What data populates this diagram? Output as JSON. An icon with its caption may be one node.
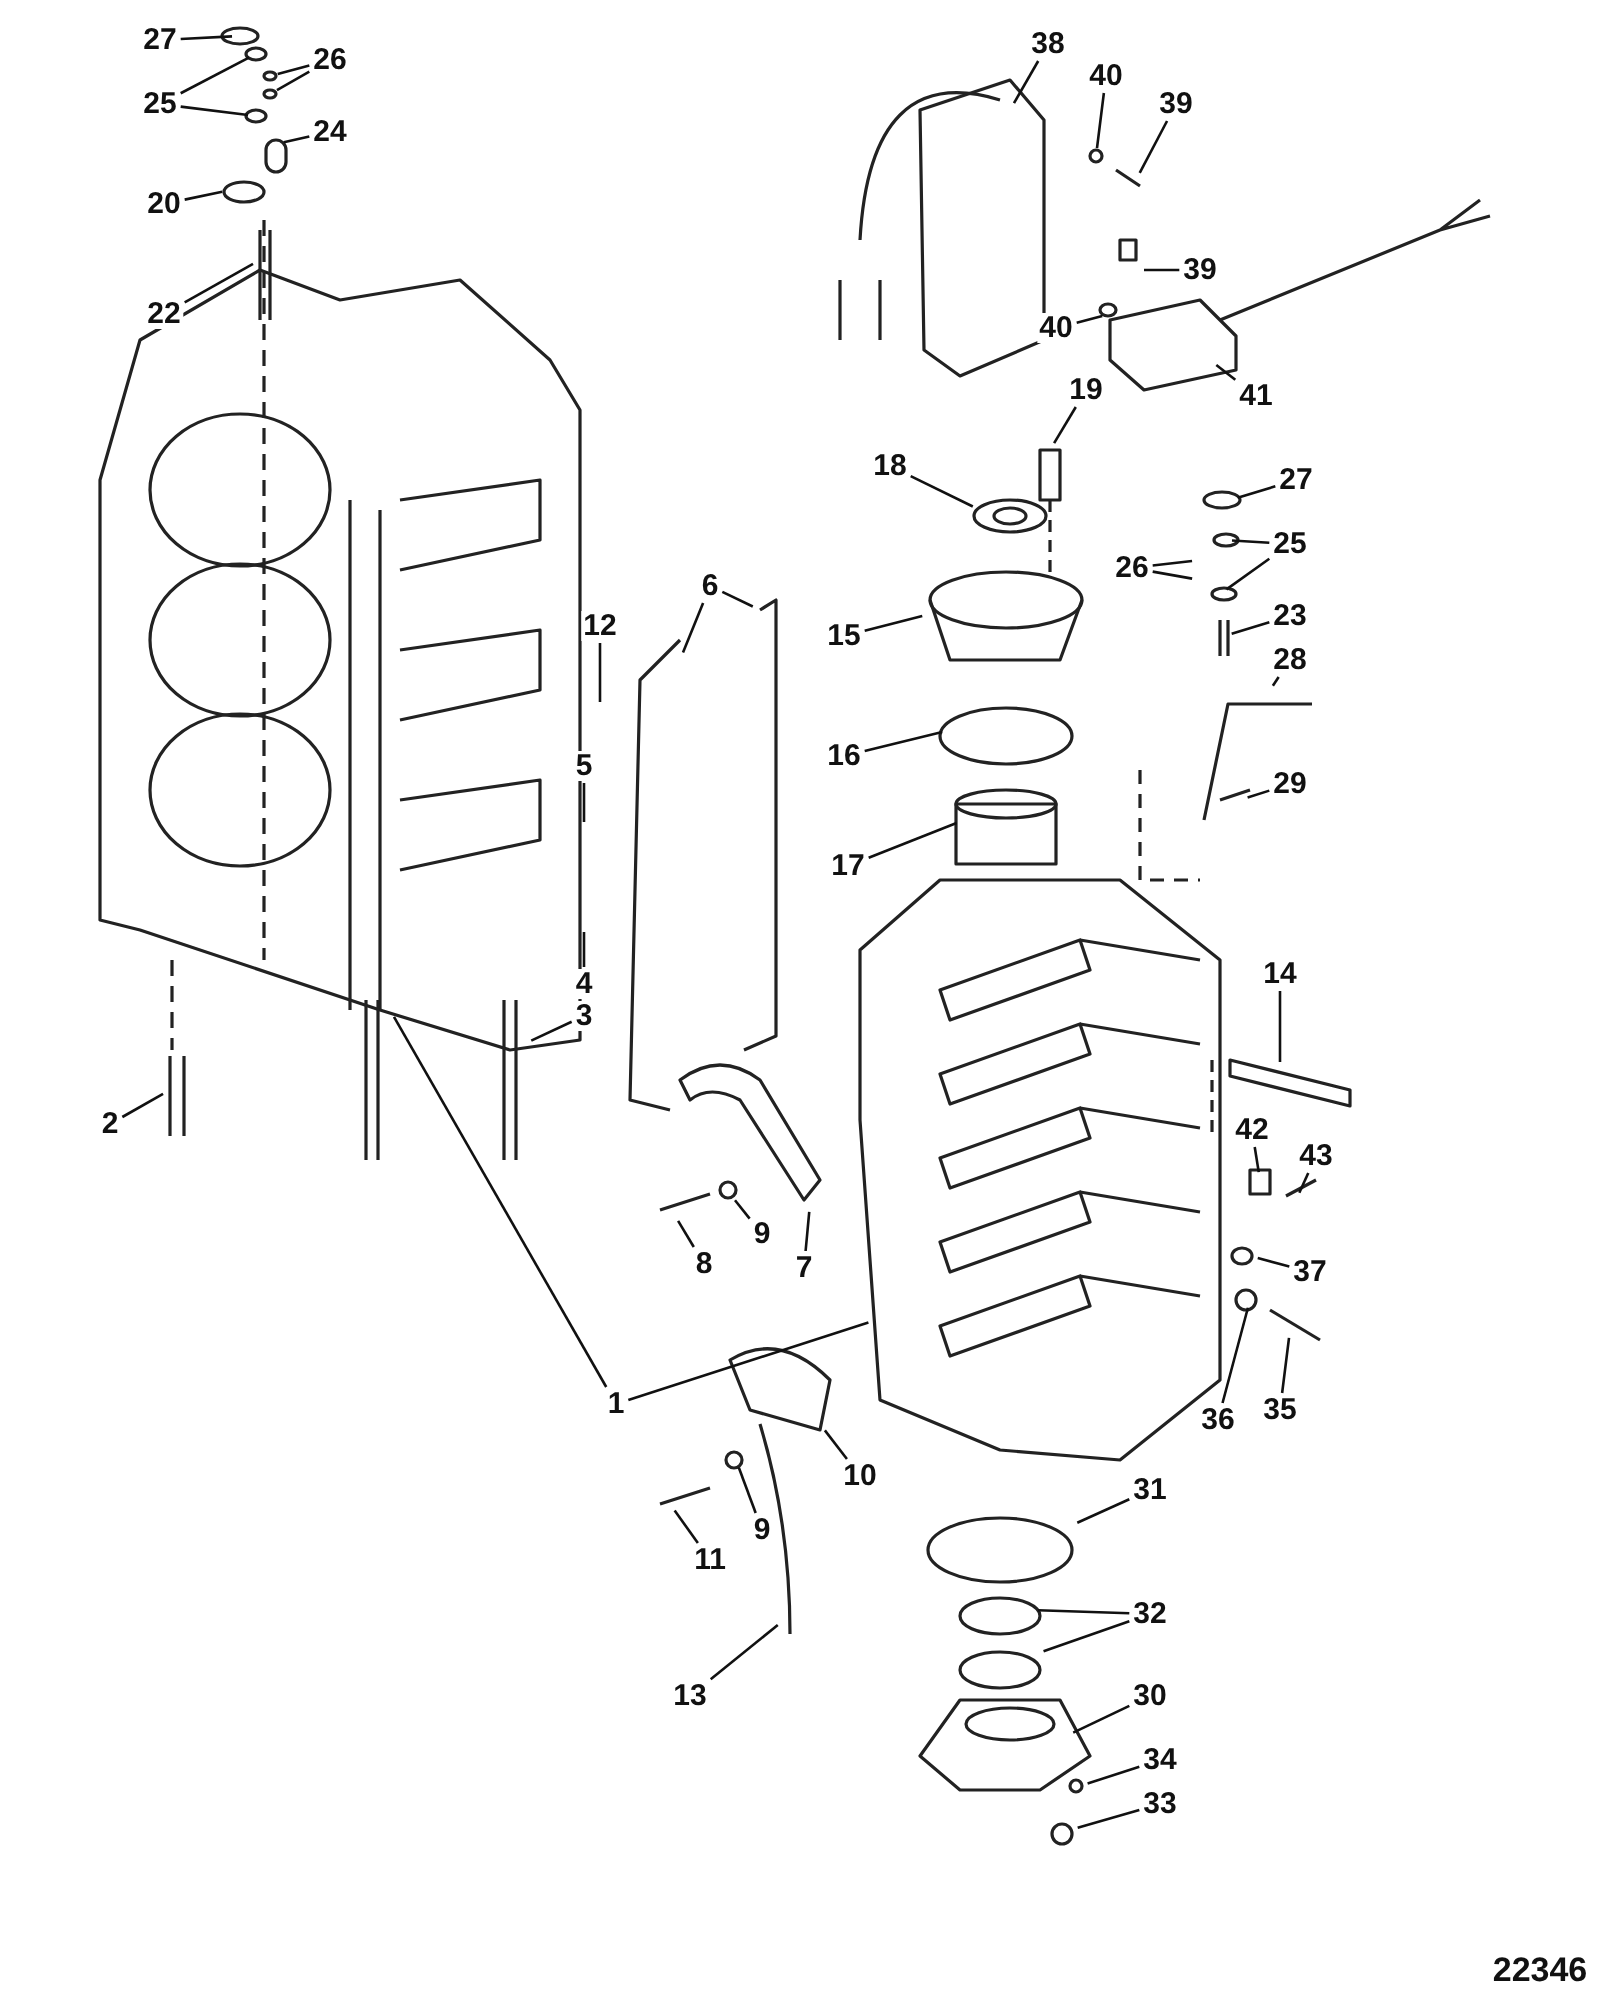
{
  "diagram": {
    "nodes": [
      {
        "text": [
          "27"
        ]
      },
      {
        "text": [
          "26"
        ]
      },
      {
        "text": [
          "25"
        ]
      },
      {
        "text": [
          "24"
        ]
      },
      {
        "text": [
          "20"
        ]
      },
      {
        "text": [
          "22"
        ]
      },
      {
        "text": [
          "38"
        ]
      },
      {
        "text": [
          "40"
        ]
      },
      {
        "text": [
          "39"
        ]
      },
      {
        "text": [
          "39"
        ]
      },
      {
        "text": [
          "40"
        ]
      },
      {
        "text": [
          "41"
        ]
      },
      {
        "text": [
          "19"
        ]
      },
      {
        "text": [
          "18"
        ]
      },
      {
        "text": [
          "27"
        ]
      },
      {
        "text": [
          "25"
        ]
      },
      {
        "text": [
          "26"
        ]
      },
      {
        "text": [
          "23"
        ]
      },
      {
        "text": [
          "28"
        ]
      },
      {
        "text": [
          "15"
        ]
      },
      {
        "text": [
          "16"
        ]
      },
      {
        "text": [
          "17"
        ]
      },
      {
        "text": [
          "29"
        ]
      },
      {
        "text": [
          "6"
        ]
      },
      {
        "text": [
          "12"
        ]
      },
      {
        "text": [
          "5"
        ]
      },
      {
        "text": [
          "4"
        ]
      },
      {
        "text": [
          "3"
        ]
      },
      {
        "text": [
          "14"
        ]
      },
      {
        "text": [
          "2"
        ]
      },
      {
        "text": [
          "42"
        ]
      },
      {
        "text": [
          "43"
        ]
      },
      {
        "text": [
          "8"
        ]
      },
      {
        "text": [
          "9"
        ]
      },
      {
        "text": [
          "7"
        ]
      },
      {
        "text": [
          "37"
        ]
      },
      {
        "text": [
          "1"
        ]
      },
      {
        "text": [
          "36"
        ]
      },
      {
        "text": [
          "35"
        ]
      },
      {
        "text": [
          "10"
        ]
      },
      {
        "text": [
          "31"
        ]
      },
      {
        "text": [
          "11"
        ]
      },
      {
        "text": [
          "9"
        ]
      },
      {
        "text": [
          "13"
        ]
      },
      {
        "text": [
          "32"
        ]
      },
      {
        "text": [
          "30"
        ]
      },
      {
        "text": [
          "34"
        ]
      },
      {
        "text": [
          "33"
        ]
      }
    ],
    "edges": [
      {
        "from": 0,
        "to": null,
        "arrow": "none"
      },
      {
        "from": 1,
        "to": null,
        "arrow": "none"
      },
      {
        "from": 1,
        "to": null,
        "arrow": "none"
      },
      {
        "from": 2,
        "to": null,
        "arrow": "none"
      },
      {
        "from": 2,
        "to": null,
        "arrow": "none"
      },
      {
        "from": 3,
        "to": null,
        "arrow": "none"
      },
      {
        "from": 4,
        "to": null,
        "arrow": "none"
      },
      {
        "from": 5,
        "to": null,
        "arrow": "none"
      },
      {
        "from": 6,
        "to": null,
        "arrow": "none"
      },
      {
        "from": 7,
        "to": null,
        "arrow": "none"
      },
      {
        "from": 8,
        "to": null,
        "arrow": "none"
      },
      {
        "from": 9,
        "to": null,
        "arrow": "none"
      },
      {
        "from": 10,
        "to": null,
        "arrow": "none"
      },
      {
        "from": 11,
        "to": null,
        "arrow": "none"
      },
      {
        "from": 12,
        "to": null,
        "arrow": "none"
      },
      {
        "from": 13,
        "to": null,
        "arrow": "none"
      },
      {
        "from": 14,
        "to": null,
        "arrow": "none"
      },
      {
        "from": 15,
        "to": null,
        "arrow": "none"
      },
      {
        "from": 15,
        "to": null,
        "arrow": "none"
      },
      {
        "from": 16,
        "to": null,
        "arrow": "none"
      },
      {
        "from": 16,
        "to": null,
        "arrow": "none"
      },
      {
        "from": 17,
        "to": null,
        "arrow": "none"
      },
      {
        "from": 18,
        "to": null,
        "arrow": "none"
      },
      {
        "from": 19,
        "to": null,
        "arrow": "none"
      },
      {
        "from": 20,
        "to": null,
        "arrow": "none"
      },
      {
        "from": 21,
        "to": null,
        "arrow": "none"
      },
      {
        "from": 22,
        "to": null,
        "arrow": "none"
      },
      {
        "from": 23,
        "to": null,
        "arrow": "none"
      },
      {
        "from": 23,
        "to": null,
        "arrow": "none"
      },
      {
        "from": 24,
        "to": null,
        "arrow": "none"
      },
      {
        "from": 25,
        "to": null,
        "arrow": "none"
      },
      {
        "from": 26,
        "to": null,
        "arrow": "none"
      },
      {
        "from": 27,
        "to": null,
        "arrow": "none"
      },
      {
        "from": 28,
        "to": null,
        "arrow": "none"
      },
      {
        "from": 29,
        "to": null,
        "arrow": "none"
      },
      {
        "from": 30,
        "to": null,
        "arrow": "none"
      },
      {
        "from": 31,
        "to": null,
        "arrow": "none"
      },
      {
        "from": 32,
        "to": null,
        "arrow": "none"
      },
      {
        "from": 33,
        "to": null,
        "arrow": "none"
      },
      {
        "from": 34,
        "to": null,
        "arrow": "none"
      },
      {
        "from": 35,
        "to": null,
        "arrow": "none"
      },
      {
        "from": 36,
        "to": null,
        "arrow": "none"
      },
      {
        "from": 36,
        "to": null,
        "arrow": "none"
      },
      {
        "from": 37,
        "to": null,
        "arrow": "none"
      },
      {
        "from": 38,
        "to": null,
        "arrow": "none"
      },
      {
        "from": 39,
        "to": null,
        "arrow": "none"
      },
      {
        "from": 40,
        "to": null,
        "arrow": "none"
      },
      {
        "from": 41,
        "to": null,
        "arrow": "none"
      },
      {
        "from": 42,
        "to": null,
        "arrow": "none"
      },
      {
        "from": 43,
        "to": null,
        "arrow": "none"
      },
      {
        "from": 44,
        "to": null,
        "arrow": "none"
      },
      {
        "from": 44,
        "to": null,
        "arrow": "none"
      },
      {
        "from": 45,
        "to": null,
        "arrow": "none"
      },
      {
        "from": 46,
        "to": null,
        "arrow": "none"
      },
      {
        "from": 47,
        "to": null,
        "arrow": "none"
      }
    ],
    "labels": [
      "22346"
    ]
  }
}
